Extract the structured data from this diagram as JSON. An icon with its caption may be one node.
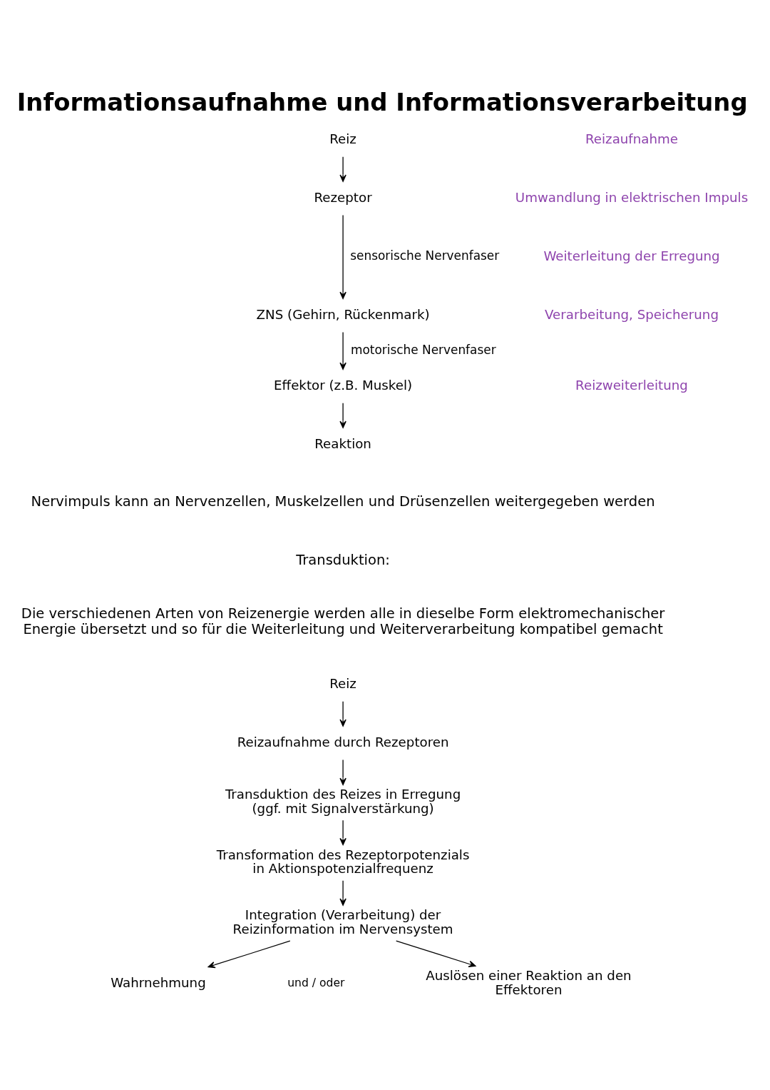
{
  "diagram": {
    "title": "Informationsaufnahme und Informationsverarbeitung",
    "nodes": [
      {
        "text": [
          "Reiz"
        ]
      },
      {
        "text": [
          "Rezeptor"
        ]
      },
      {
        "text": [
          "ZNS (Gehirn, Rückenmark)"
        ]
      },
      {
        "text": [
          "Effektor (z.B. Muskel)"
        ]
      },
      {
        "text": [
          "Reaktion"
        ]
      },
      {
        "text": [
          "Reiz"
        ]
      },
      {
        "text": [
          "Reizaufnahme durch Rezeptoren"
        ]
      },
      {
        "text": [
          "Transduktion des Reizes in Erregung (ggf. mit Signalverstärkung)"
        ]
      },
      {
        "text": [
          "Transformation des Rezeptorpotenzials in Aktionspotenzialfrequenz"
        ]
      },
      {
        "text": [
          "Integration (Verarbeitung) der Reizinformation im Nervensystem"
        ]
      },
      {
        "text": [
          "Wahrnehmung"
        ]
      },
      {
        "text": [
          "Auslösen einer Reaktion an den Effektoren"
        ]
      }
    ],
    "edges": [
      {
        "from": 0,
        "to": 1,
        "arrow": "to"
      },
      {
        "from": 1,
        "to": 2,
        "arrow": "to",
        "label": "sensorische Nervenfaser"
      },
      {
        "from": 2,
        "to": 3,
        "arrow": "to",
        "label": "motorische Nervenfaser"
      },
      {
        "from": 3,
        "to": 4,
        "arrow": "to"
      },
      {
        "from": 5,
        "to": 6,
        "arrow": "to"
      },
      {
        "from": 6,
        "to": 7,
        "arrow": "to"
      },
      {
        "from": 7,
        "to": 8,
        "arrow": "to"
      },
      {
        "from": 8,
        "to": 9,
        "arrow": "to"
      },
      {
        "from": 9,
        "to": 10,
        "arrow": "to"
      },
      {
        "from": 9,
        "to": 11,
        "arrow": "to"
      }
    ],
    "labels": [
      "Reizaufnahme",
      "Umwandlung in elektrischen Impuls",
      "Weiterleitung der Erregung",
      "Verarbeitung, Speicherung",
      "Reizweiterleitung",
      "Nervimpuls kann an Nervenzellen, Muskelzellen und Drüsenzellen weitergegeben werden",
      "Transduktion:",
      "Die verschiedenen Arten von Reizenergie werden alle in dieselbe Form elektromechanischer Energie übersetzt und so für die Weiterleitung und Weiterverarbeitung kompatibel gemacht",
      "und / oder"
    ]
  }
}
